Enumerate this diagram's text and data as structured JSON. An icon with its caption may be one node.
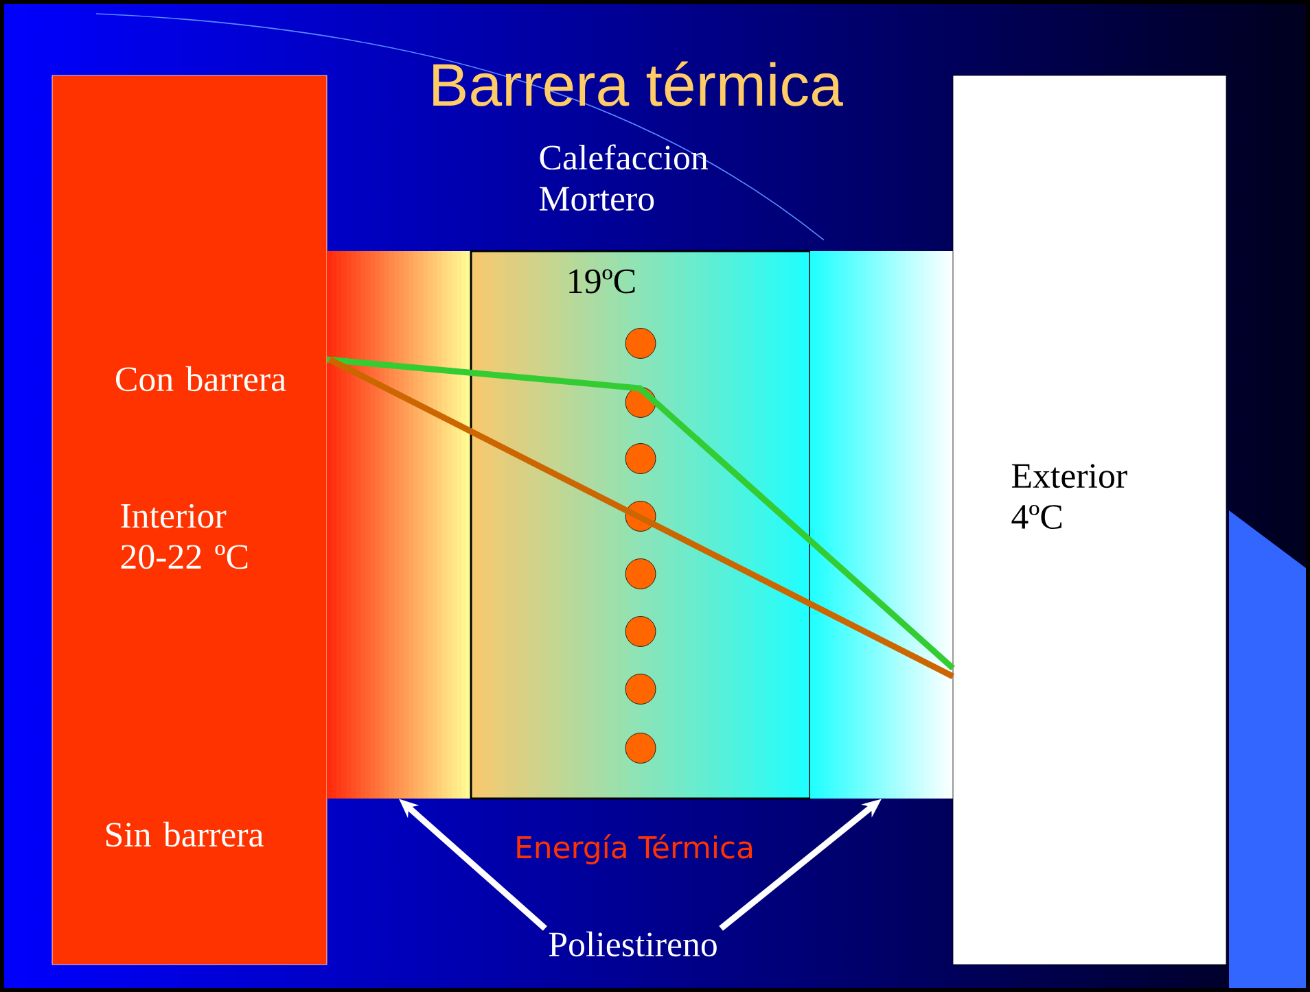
{
  "diagram": {
    "title": "Barrera térmica",
    "nodes": [
      {
        "text": [
          "Con barrera",
          "Interior 20-22 ºC",
          "Sin barrera"
        ]
      },
      {
        "text": [],
        "shape": "box"
      },
      {
        "text": [
          "Calefaccion Mortero",
          "19ºC"
        ]
      },
      {
        "text": [],
        "shape": "box"
      },
      {
        "text": [
          "Exterior 4ºC"
        ]
      },
      {
        "text": [],
        "shape": "circle",
        "in": 2
      },
      {
        "text": [],
        "shape": "circle",
        "in": 2
      },
      {
        "text": [],
        "shape": "circle",
        "in": 2
      },
      {
        "text": [],
        "shape": "circle",
        "in": 2
      },
      {
        "text": [],
        "shape": "circle",
        "in": 2
      },
      {
        "text": [],
        "shape": "circle",
        "in": 2
      },
      {
        "text": [],
        "shape": "circle",
        "in": 2
      },
      {
        "text": [],
        "shape": "circle",
        "in": 2
      },
      {
        "text": [
          "Poliestireno"
        ]
      }
    ],
    "edges": [
      {
        "from": 13,
        "to": 1,
        "arrow": "to",
        "color": "#ffffff"
      },
      {
        "from": 13,
        "to": 3,
        "arrow": "to",
        "color": "#ffffff"
      }
    ],
    "labels": [
      "Energía Térmica"
    ]
  }
}
